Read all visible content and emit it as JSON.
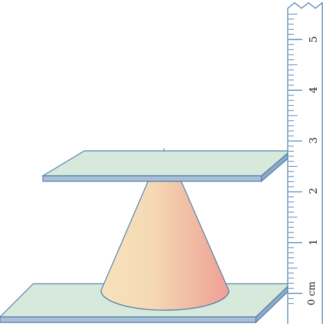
{
  "ruler": {
    "labels": [
      "0 cm",
      "1",
      "2",
      "3",
      "4",
      "5"
    ]
  },
  "colors": {
    "plate_top": "#d6e9db",
    "plate_front": "#a9bfd6",
    "plate_side": "#8ea9c6",
    "plate_edge": "#4a7aab",
    "cone_light": "#f5dfba",
    "cone_dark": "#f0a99a",
    "ruler_stroke": "#3a74ad",
    "ruler_text": "#222222"
  }
}
